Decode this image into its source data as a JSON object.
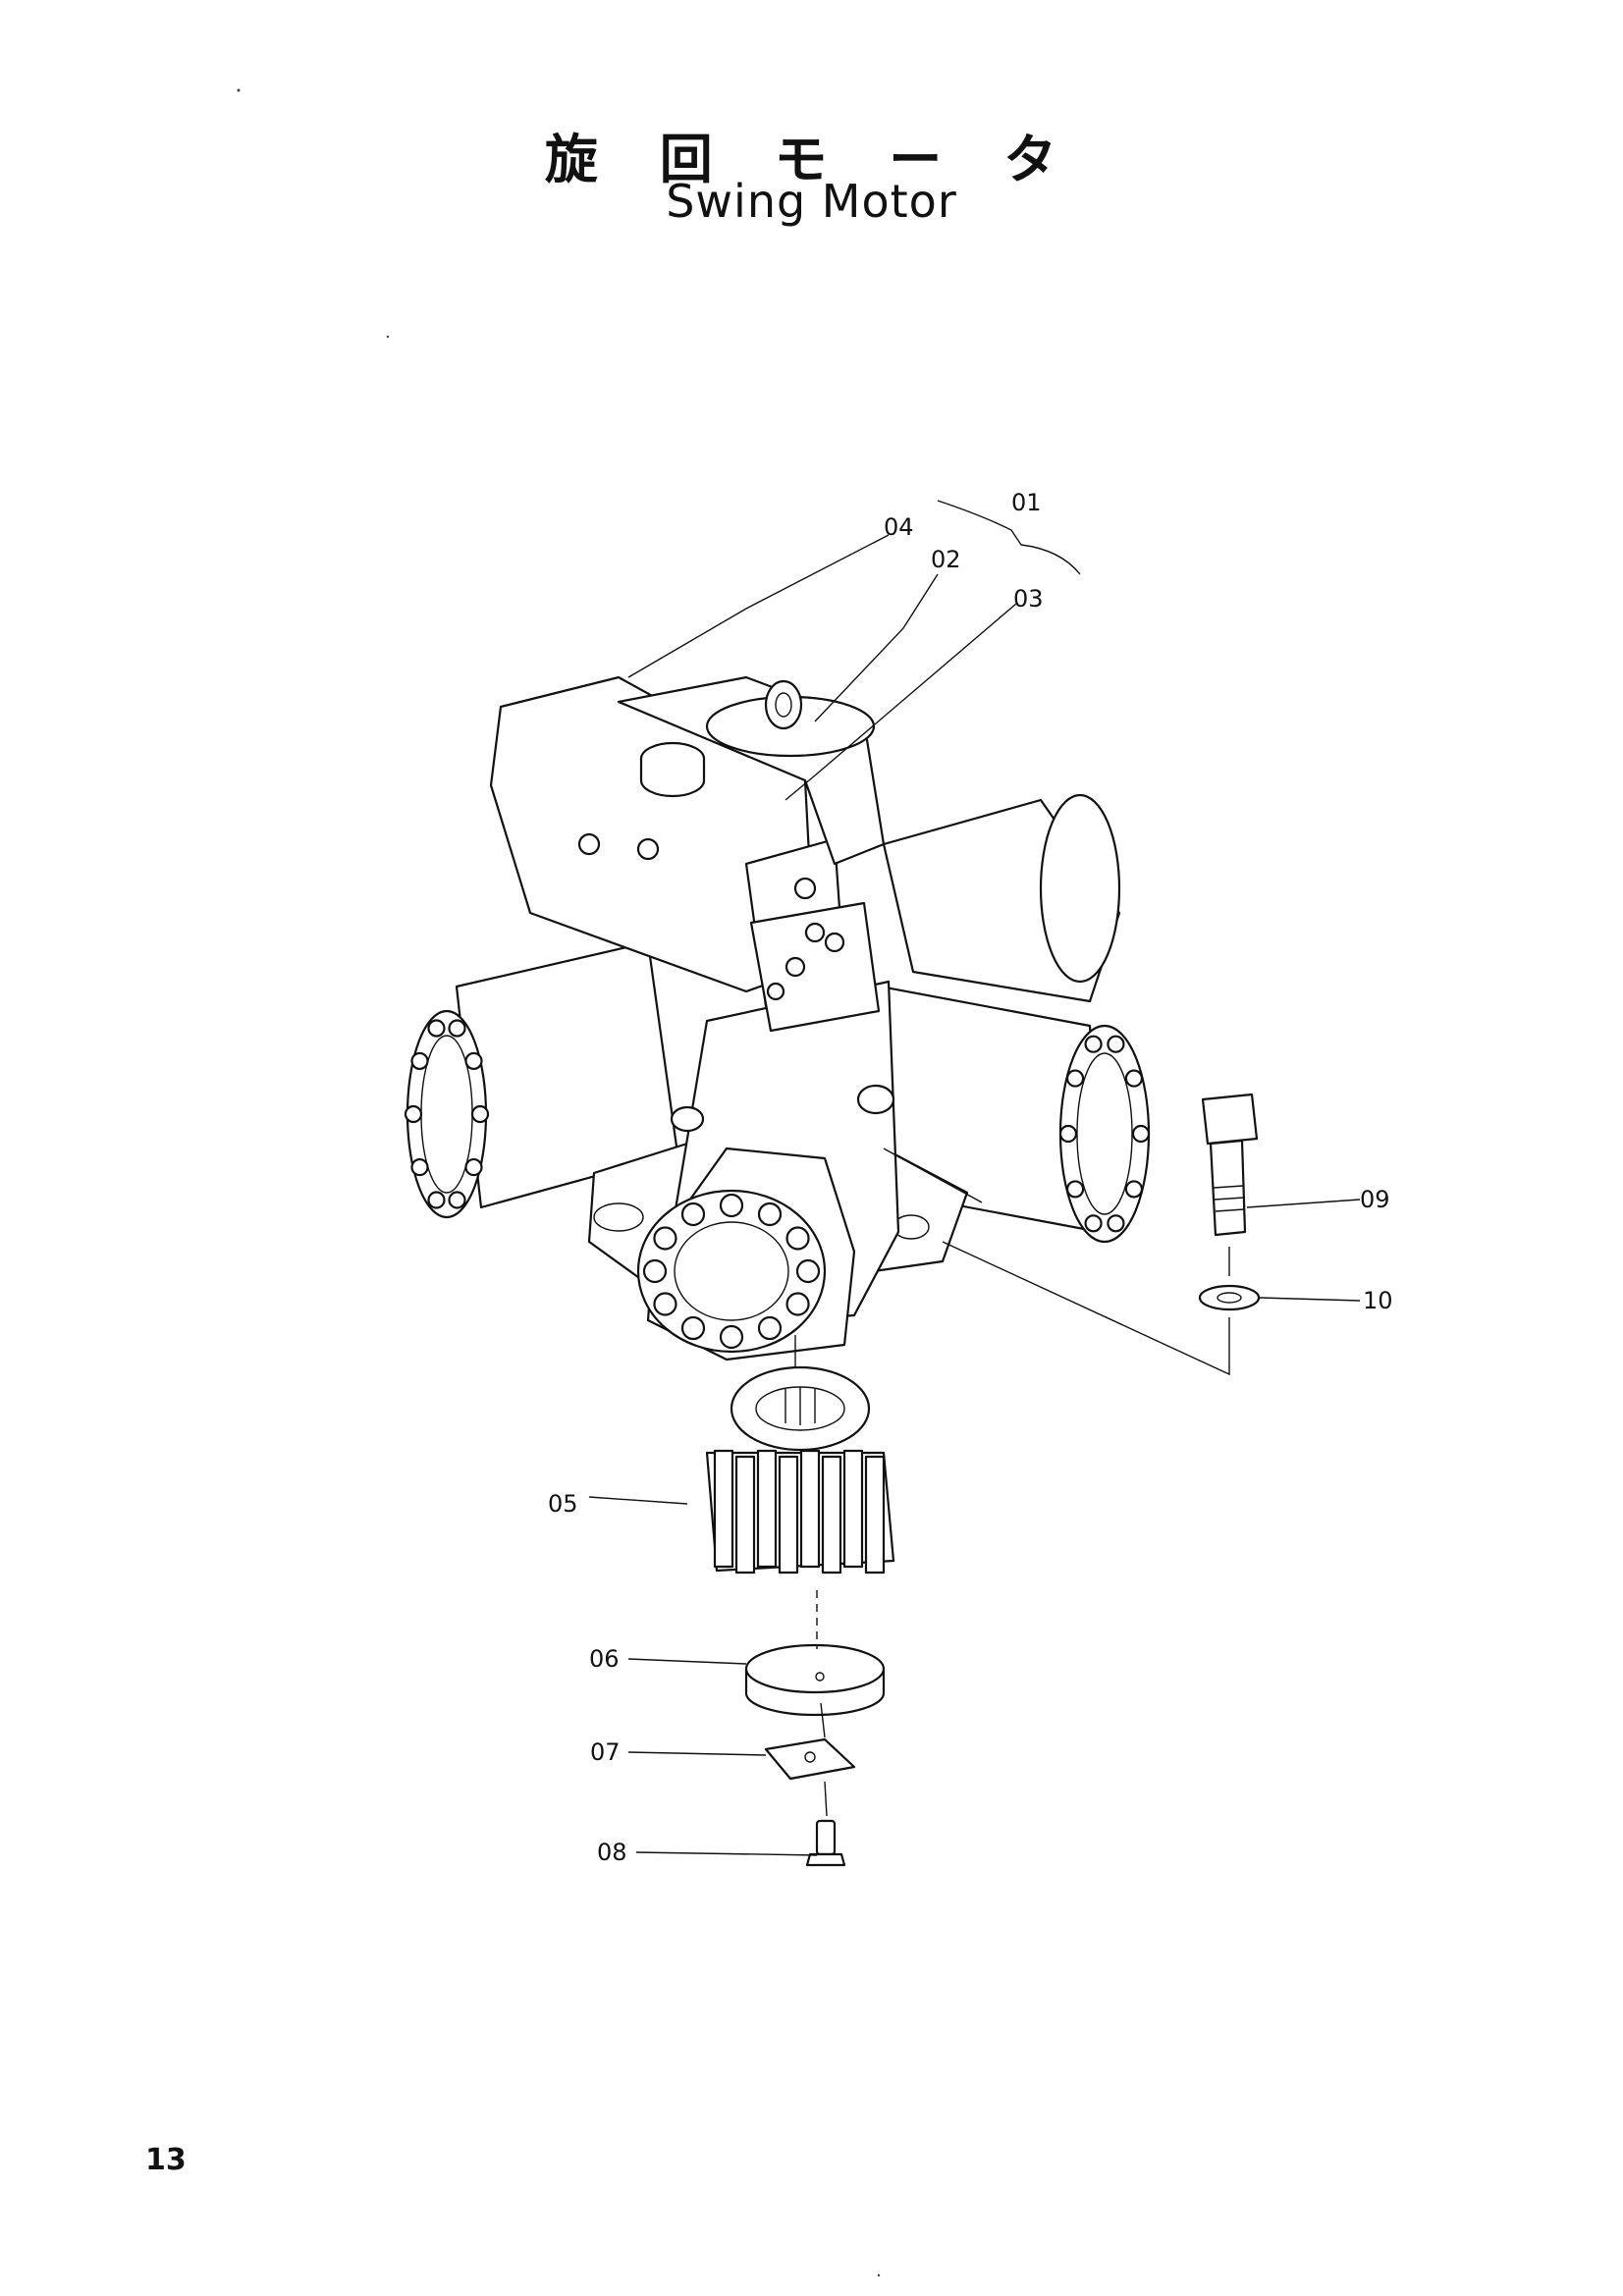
{
  "title_jp": "旋 回 モ ー タ",
  "title_en": "Swing Motor",
  "page_number": "13",
  "callouts": [
    {
      "id": "c01",
      "label": "01"
    },
    {
      "id": "c02",
      "label": "02"
    },
    {
      "id": "c03",
      "label": "03"
    },
    {
      "id": "c04",
      "label": "04"
    },
    {
      "id": "c05",
      "label": "05"
    },
    {
      "id": "c06",
      "label": "06"
    },
    {
      "id": "c07",
      "label": "07"
    },
    {
      "id": "c08",
      "label": "08"
    },
    {
      "id": "c09",
      "label": "09"
    },
    {
      "id": "c10",
      "label": "10"
    }
  ],
  "colors": {
    "ink": "#111111",
    "paper": "#ffffff"
  }
}
